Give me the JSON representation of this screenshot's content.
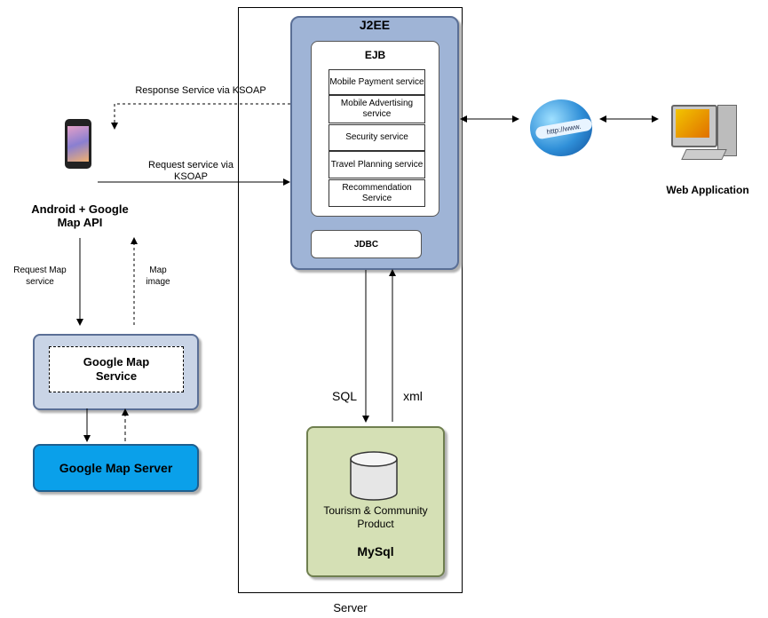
{
  "server": {
    "label": "Server",
    "j2ee_title": "J2EE",
    "ejb_title": "EJB",
    "services": [
      "Mobile Payment service",
      "Mobile Advertising service",
      "Security service",
      "Travel Planning service",
      "Recommendation Service"
    ],
    "jdbc_label": "JDBC"
  },
  "database": {
    "sql_label": "SQL",
    "xml_label": "xml",
    "content_label": "Tourism & Community Product",
    "title": "MySql"
  },
  "client": {
    "title": "Android  + Google Map API",
    "response_label": "Response Service via KSOAP",
    "request_label": "Request service via KSOAP",
    "request_map_label": "Request Map service",
    "map_image_label": "Map image"
  },
  "google": {
    "map_service": "Google Map Service",
    "map_server": "Google Map Server"
  },
  "web": {
    "internet_icon_text": "http://www.",
    "label": "Web Application"
  },
  "icons": [
    "smartphone-icon",
    "internet-globe-icon",
    "desktop-computer-icon",
    "database-cylinder-icon"
  ],
  "colors": {
    "j2ee_fill": "#9fb4d6",
    "mysql_fill": "#d5e0b5",
    "map_service_fill": "#c9d4e6",
    "map_server_fill": "#0aa0ea"
  }
}
